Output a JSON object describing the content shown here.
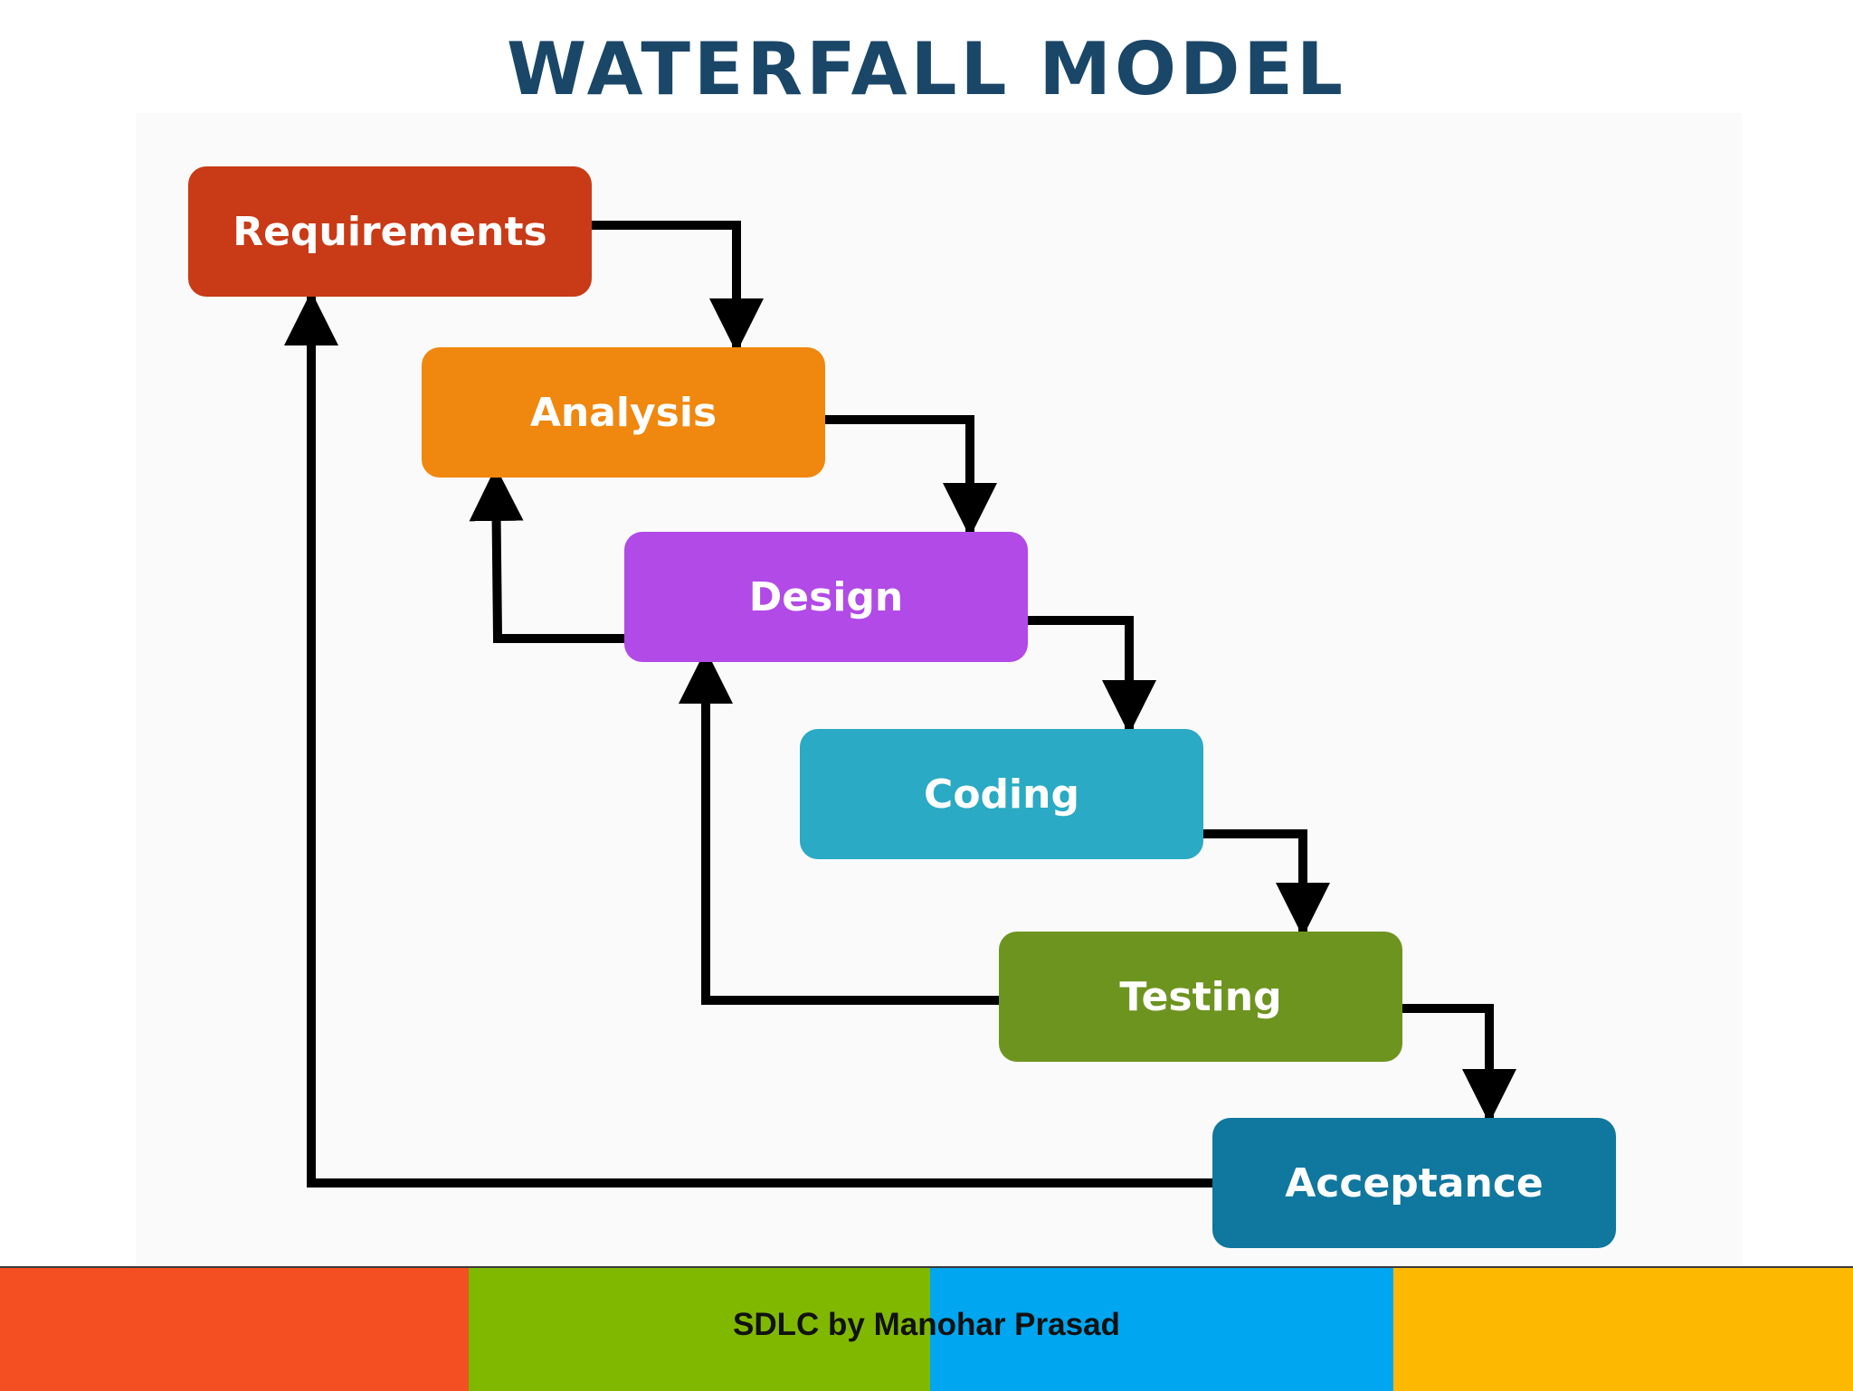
{
  "title": "WATERFALL MODEL",
  "stages": [
    {
      "label": "Requirements",
      "color": "#c93a16"
    },
    {
      "label": "Analysis",
      "color": "#f0870e"
    },
    {
      "label": "Design",
      "color": "#b14ae6"
    },
    {
      "label": "Coding",
      "color": "#2aaac4"
    },
    {
      "label": "Testing",
      "color": "#6e9420"
    },
    {
      "label": "Acceptance",
      "color": "#10779e"
    }
  ],
  "footer": {
    "text": "SDLC by Manohar Prasad",
    "band_colors": [
      "#f44f22",
      "#80b800",
      "#00a6ef",
      "#fdb801"
    ]
  },
  "arrow_color": "#000000"
}
